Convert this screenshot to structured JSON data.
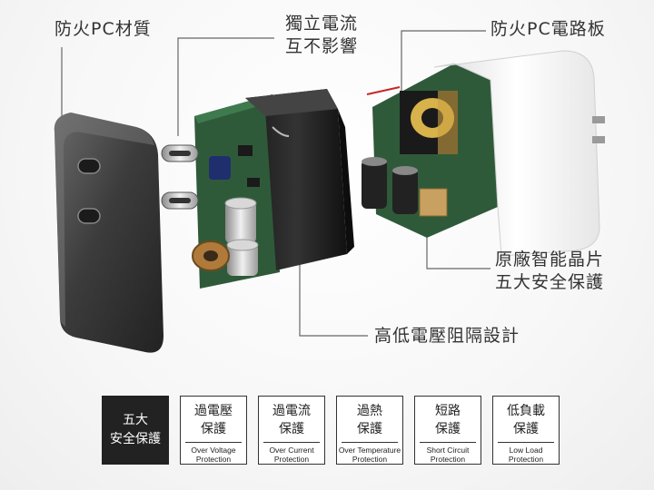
{
  "labels": {
    "fireproof_pc_material": "防火PC材質",
    "independent_current_line1": "獨立電流",
    "independent_current_line2": "互不影響",
    "fireproof_pc_board": "防火PC電路板",
    "original_chip_line1": "原廠智能晶片",
    "original_chip_line2": "五大安全保護",
    "high_isolation": "高低電壓阻隔設計"
  },
  "badges": {
    "header": {
      "line1": "五大",
      "line2": "安全保護"
    },
    "items": [
      {
        "line1": "過電壓",
        "line2": "保護",
        "sub_line1": "Over Voltage",
        "sub_line2": "Protection"
      },
      {
        "line1": "過電流",
        "line2": "保護",
        "sub_line1": "Over Current",
        "sub_line2": "Protection"
      },
      {
        "line1": "過熱",
        "line2": "保護",
        "sub_line1": "Over Temperature",
        "sub_line2": "Protection"
      },
      {
        "line1": "短路",
        "line2": "保護",
        "sub_line1": "Short Circuit",
        "sub_line2": "Protection"
      },
      {
        "line1": "低負載",
        "line2": "保護",
        "sub_line1": "Low Load",
        "sub_line2": "Protection"
      }
    ]
  },
  "colors": {
    "pcb_green": "#2f5a3a",
    "cover_dark": "#3a3a3a",
    "shell_white": "#f4f4f4",
    "text": "#333333"
  }
}
